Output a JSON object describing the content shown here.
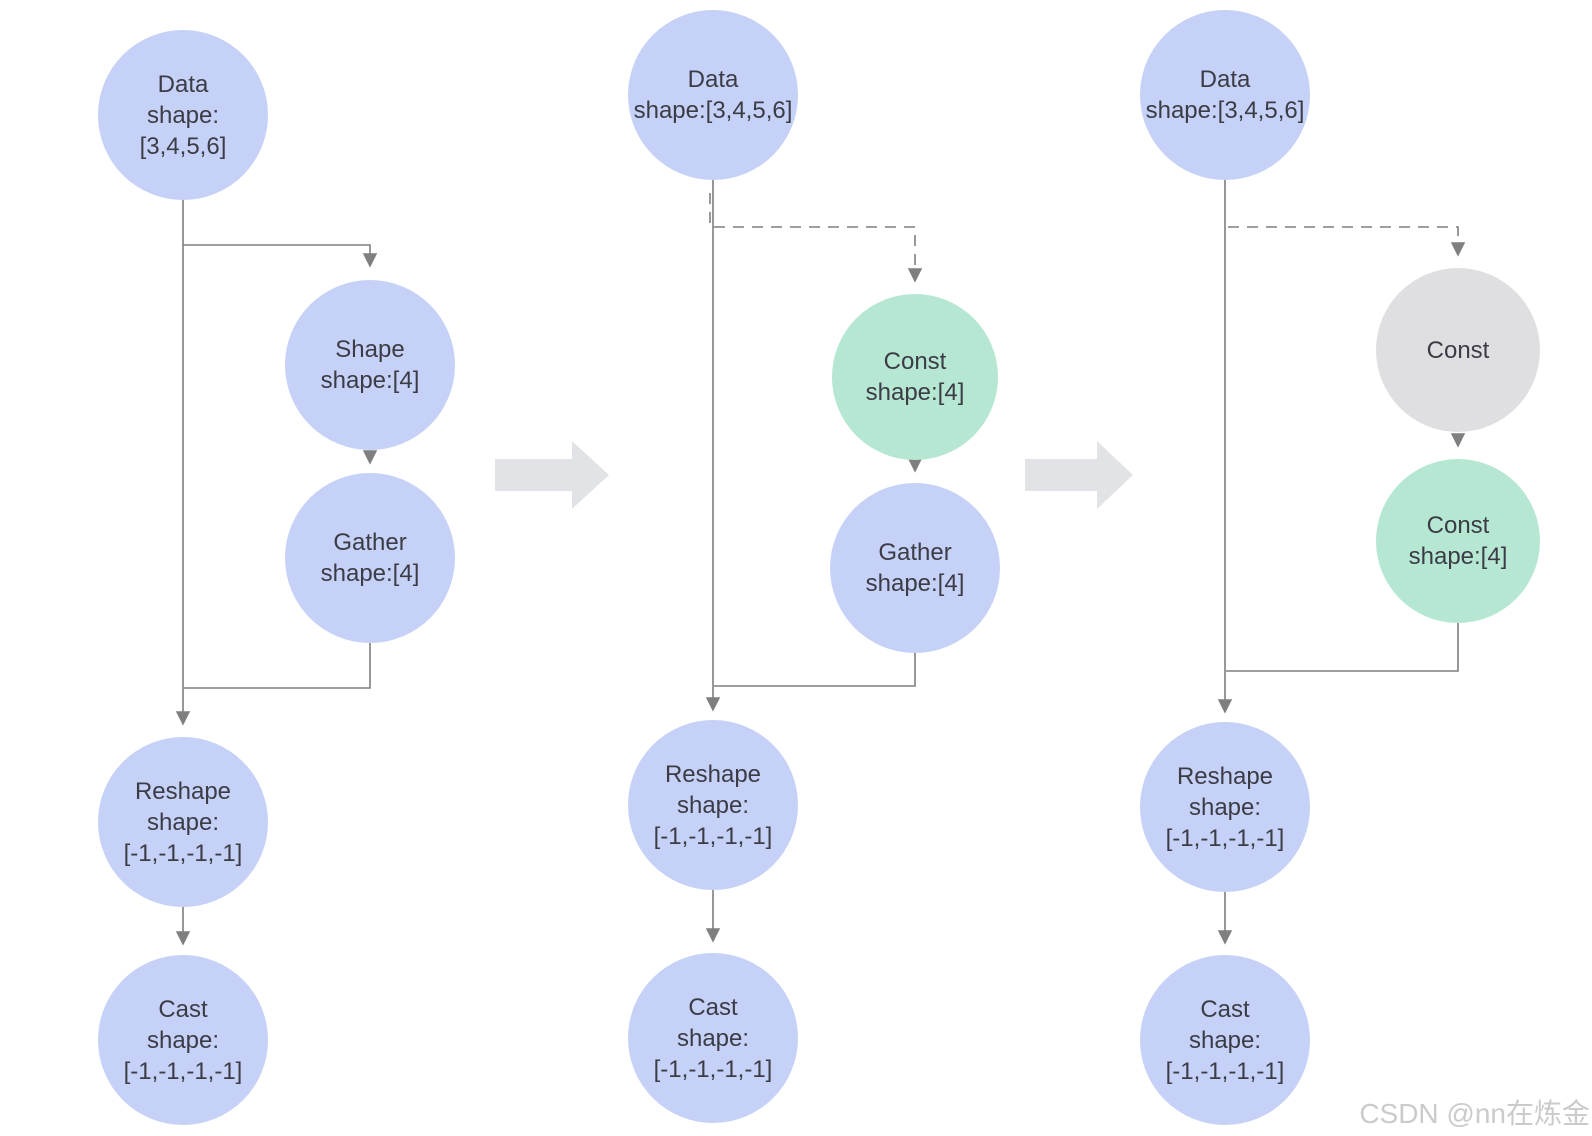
{
  "watermark": "CSDN @nn在炼金",
  "colors": {
    "node_blue": "#c5d1f6",
    "node_green": "#b6e7d2",
    "node_gray": "#dfdfe2",
    "edge": "#7f7f7f",
    "big_arrow": "#e1e3e7",
    "node_text": "#3c3c46",
    "watermark_text": "#cbcbcb"
  },
  "graphs": [
    {
      "nodes": [
        {
          "name": "data",
          "lines": [
            "Data",
            "shape:",
            "[3,4,5,6]"
          ]
        },
        {
          "name": "shape",
          "lines": [
            "Shape",
            "shape:[4]"
          ]
        },
        {
          "name": "gather",
          "lines": [
            "Gather",
            "shape:[4]"
          ]
        },
        {
          "name": "reshape",
          "lines": [
            "Reshape",
            "shape:",
            "[-1,-1,-1,-1]"
          ]
        },
        {
          "name": "cast",
          "lines": [
            "Cast",
            "shape:",
            "[-1,-1,-1,-1]"
          ]
        }
      ]
    },
    {
      "nodes": [
        {
          "name": "data",
          "lines": [
            "Data",
            "shape:[3,4,5,6]"
          ]
        },
        {
          "name": "const",
          "lines": [
            "Const",
            "shape:[4]"
          ]
        },
        {
          "name": "gather",
          "lines": [
            "Gather",
            "shape:[4]"
          ]
        },
        {
          "name": "reshape",
          "lines": [
            "Reshape",
            "shape:",
            "[-1,-1,-1,-1]"
          ]
        },
        {
          "name": "cast",
          "lines": [
            "Cast",
            "shape:",
            "[-1,-1,-1,-1]"
          ]
        }
      ]
    },
    {
      "nodes": [
        {
          "name": "data",
          "lines": [
            "Data",
            "shape:[3,4,5,6]"
          ]
        },
        {
          "name": "const-gray",
          "lines": [
            "Const"
          ]
        },
        {
          "name": "const-green",
          "lines": [
            "Const",
            "shape:[4]"
          ]
        },
        {
          "name": "reshape",
          "lines": [
            "Reshape",
            "shape:",
            "[-1,-1,-1,-1]"
          ]
        },
        {
          "name": "cast",
          "lines": [
            "Cast",
            "shape:",
            "[-1,-1,-1,-1]"
          ]
        }
      ]
    }
  ]
}
